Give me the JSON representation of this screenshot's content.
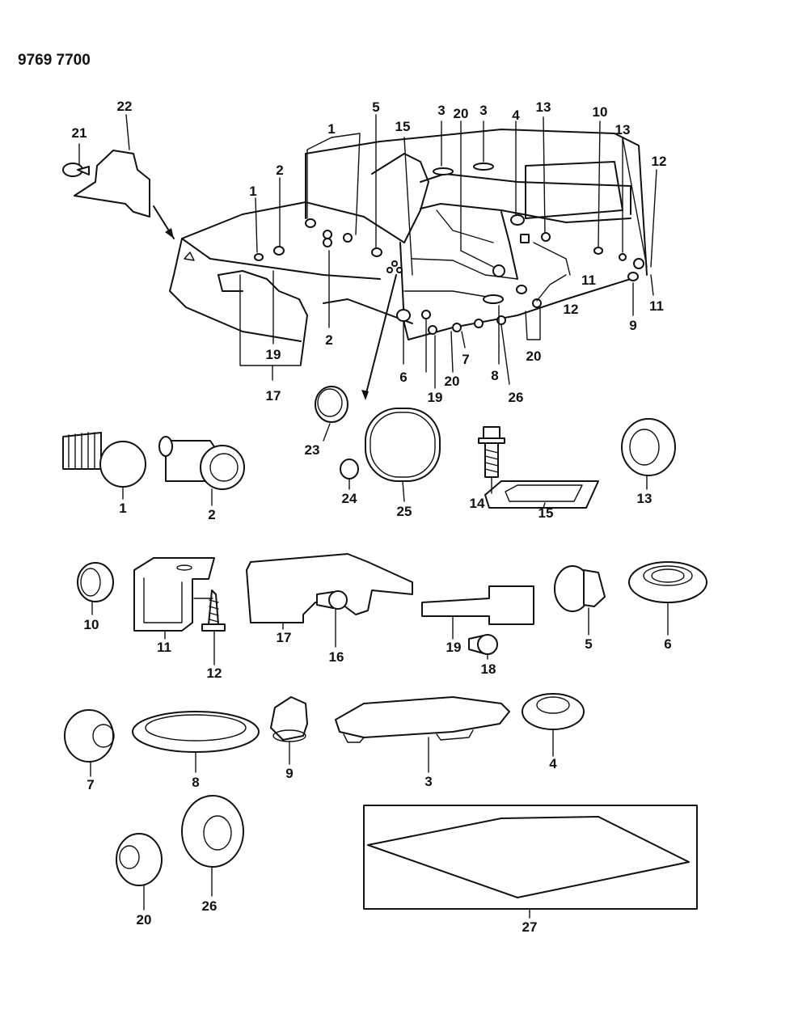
{
  "header": {
    "code": "9769 7700"
  },
  "callouts": {
    "c1a": "1",
    "c1b": "1",
    "c2a": "2",
    "c2b": "2",
    "c3a": "3",
    "c3b": "3",
    "c4": "4",
    "c5": "5",
    "c6": "6",
    "c7": "7",
    "c8": "8",
    "c9": "9",
    "c10": "10",
    "c11a": "11",
    "c11b": "11",
    "c12a": "12",
    "c12b": "12",
    "c13a": "13",
    "c13b": "13",
    "c15": "15",
    "c17": "17",
    "c19a": "19",
    "c19b": "19",
    "c20a": "20",
    "c20b": "20",
    "c20c": "20",
    "c21": "21",
    "c22": "22",
    "c26": "26"
  },
  "parts": {
    "p1": "1",
    "p2": "2",
    "p23": "23",
    "p24": "24",
    "p25": "25",
    "p14": "14",
    "p15": "15",
    "p13": "13",
    "p10": "10",
    "p11": "11",
    "p12": "12",
    "p17": "17",
    "p16": "16",
    "p19": "19",
    "p18": "18",
    "p5": "5",
    "p6": "6",
    "p7": "7",
    "p8": "8",
    "p9": "9",
    "p3": "3",
    "p4": "4",
    "p20": "20",
    "p26": "26",
    "p27": "27"
  }
}
